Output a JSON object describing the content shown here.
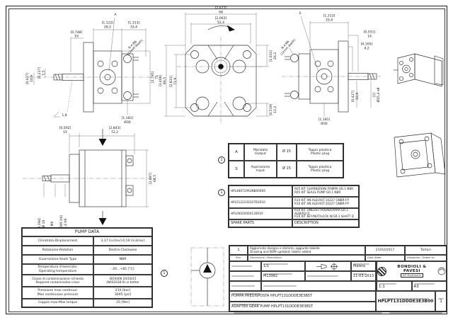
{
  "note_circle": "1",
  "views": {
    "v1": {
      "d28_in": "[1,122]",
      "d28": "28,5",
      "d33_in": "[1,313]",
      "d33": "33,4",
      "d19_in": "[0,748]",
      "d19": "19",
      "d55_in": "[0,217]",
      "d55": "5,5",
      "d109_in": "[0,427]",
      "d109": "10,9",
      "d71_in": "[2,795]",
      "d71": "71",
      "d30_in": "[1,181]",
      "d30": "Ø30",
      "a": "A",
      "note1": "N.4 M6",
      "note2": "(12mm depth)",
      "chamfer": "1.8"
    },
    "v2": {
      "d68_in": "[2,677]",
      "d68": "68",
      "d52_in": "[2,063]",
      "d52": "52,4",
      "d26_in": "[1,031]",
      "d26": "26,2",
      "d86_in": "[3,406]",
      "d86": "86,5",
      "d71_in": "[2,831]",
      "d71": "71,9",
      "d13_in": "[0,519]",
      "d13": "13,2"
    },
    "v3": {
      "d33_in": "[1,313]",
      "d33": "33,4",
      "d14_in": "[0,551]",
      "d14": "14",
      "d42_in": "[0,165]",
      "d42": "4,2",
      "d30_in": "[1,181]",
      "d30": "Ø30",
      "d109_in": "[0,427]",
      "d109": "10,9",
      "d25_in": "[1]",
      "d25": "Ø25,4 e8",
      "s": "S",
      "note1": "N.4 M6",
      "note2": "(12mm depth)"
    },
    "v4": {
      "d15_in": "[0,592]",
      "d15": "15",
      "d72_in": "[2,843]",
      "d72": "72,2",
      "d68_in": "[2,697]",
      "d68": "68,5",
      "d10_in": "[0,394]",
      "d10": "Ø 10",
      "m6": "M6",
      "d24_in": "[0,095 h9]",
      "d24": "2,4 h9"
    }
  },
  "ports_table": {
    "rows": [
      {
        "code": "A",
        "name_it": "Mandata",
        "name_en": "Output",
        "size": "Ø 15",
        "plug_it": "Tappo plastica",
        "plug_en": "Plastic plug"
      },
      {
        "code": "S",
        "name_it": "Aspirazione",
        "name_en": "Input",
        "size": "Ø 15",
        "plug_it": "Tappo plastica",
        "plug_en": "Plastic plug"
      }
    ]
  },
  "spare_parts": {
    "rows": [
      {
        "part": "HPL48671PAUNB00R05",
        "desc1": "R05 KIT GUARNIZIONI POMPA GR.1 NBR",
        "desc2": "R05 KIT SEALS PUMP GR.1 NBR"
      },
      {
        "part": "HPL5122102207D1R10",
        "desc1": "R10 KIT AN.ALB.ROT.10227 GNBR-FP",
        "desc2": "R10 KIT AN.ALB.ROT.10227 GNBR-FP"
      },
      {
        "part": "HPL00020004130R10",
        "desc1": "R10 KIT LINGUETTA/DADO/ARR.GR.1 ALBERO D",
        "desc2": "R10 KIT KEY/NUT/LOCK W.GR.1 SHAFT D"
      }
    ],
    "footer_left": "SPARE PARTS",
    "footer_right": "DESCRIPTION"
  },
  "pump_data": {
    "title": "PUMP DATA",
    "rows": [
      {
        "l1": "Cilindrata-Displacement",
        "v1": "3,17 [cc/rev]-0,19 [in3/rev]"
      },
      {
        "l1": "Rotazione-Rotation",
        "v1": "Destra-Clockwise"
      },
      {
        "l1": "Guarnizione-Seals Type",
        "v1": "NBR"
      },
      {
        "l1": "Temperatura d'esercizio-",
        "l2": "Operating temperature",
        "v1": "-20...+85 [°C]"
      },
      {
        "l1": "Classe di contaminazione richiesta",
        "l2": "Required contamination class",
        "v1": "ISO4406 20/18/15",
        "v2": "(NAS1638-9) or better"
      },
      {
        "l1": "Pressione max continua-",
        "l2": "Max continuous pressure",
        "v1": "210 [bar]",
        "v2": "3045 [psi]"
      },
      {
        "l1": "Coppia max-Max torque",
        "v1": "25 [Nm]"
      }
    ]
  },
  "title_block": {
    "rev_entry": {
      "rev": "1",
      "desc1": "Aggiornato disegno e distinta; aggiunte tabelle",
      "desc2": "Drawing and BOM updated; tables added",
      "date": "21/02/2017",
      "author": "Tartari"
    },
    "rev_header": {
      "rev": "Rev.",
      "desc": "Descrizione / Description",
      "date": "Data /Date",
      "author": "Disegnato / Drawn by"
    },
    "fields": {
      "sheet": "1/1",
      "approved": "Malera",
      "code": "M13982",
      "date": "11-03-2013",
      "scale": "1:1",
      "format": "A3"
    },
    "logo": {
      "line1": "BONDIOLI",
      "line2": "& PAVESI",
      "line3": "HP Hydraulic"
    },
    "title_it": "POMPA PREDISPOSTA HPLPT131DDDE3E3BST",
    "title_en": "ADAPTER GEAR PUMP HPLPT131DDDE3E3BST",
    "part_code": "HPLPT131DDDE3E3B00",
    "sheet_rev": "1"
  }
}
